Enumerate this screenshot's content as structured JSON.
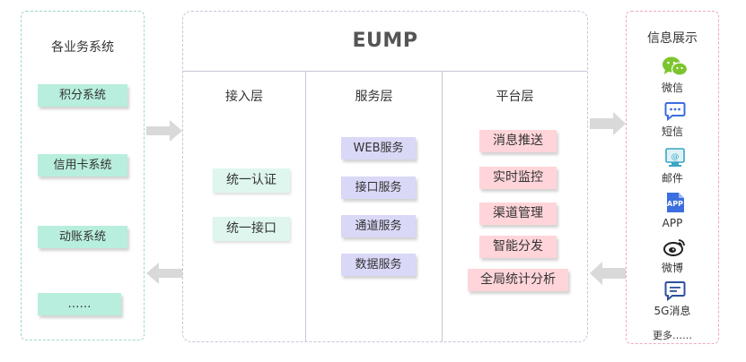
{
  "left_panel": {
    "title": "各业务系统",
    "items": [
      "积分系统",
      "信用卡系统",
      "动账系统",
      "……"
    ]
  },
  "main": {
    "title": "EUMP",
    "columns": [
      {
        "title": "接入层",
        "items": [
          "统一认证",
          "统一接口"
        ]
      },
      {
        "title": "服务层",
        "items": [
          "WEB服务",
          "接口服务",
          "通道服务",
          "数据服务"
        ]
      },
      {
        "title": "平台层",
        "items": [
          "消息推送",
          "实时监控",
          "渠道管理",
          "智能分发",
          "全局统计分析"
        ]
      }
    ]
  },
  "right_panel": {
    "title": "信息展示",
    "channels": [
      {
        "label": "微信",
        "icon": "wechat-icon"
      },
      {
        "label": "短信",
        "icon": "sms-icon"
      },
      {
        "label": "邮件",
        "icon": "email-icon"
      },
      {
        "label": "APP",
        "icon": "app-icon",
        "badge": "APP"
      },
      {
        "label": "微博",
        "icon": "weibo-icon"
      },
      {
        "label": "5G消息",
        "icon": "5g-message-icon"
      }
    ],
    "more": "更多……"
  },
  "colors": {
    "left_box": "#b8eedd",
    "access_box": "#dff6ee",
    "service_box": "#d9d8f7",
    "platform_box": "#ffd5d9",
    "arrow": "#d9d9d9",
    "icon_blue": "#3b6ee0",
    "wechat_green": "#7cc52f"
  }
}
